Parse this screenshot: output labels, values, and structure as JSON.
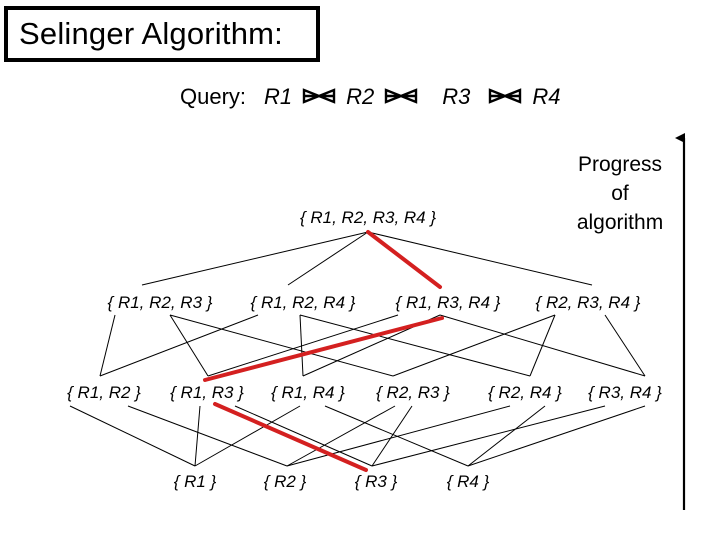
{
  "slide": {
    "title": "Selinger Algorithm:",
    "query_label": "Query:",
    "query_relations": [
      "R1",
      "R2",
      "R3",
      "R4"
    ],
    "join_symbol": "join-bowtie-icon",
    "progress_label": [
      "Progress",
      "of",
      "algorithm"
    ]
  },
  "lattice": {
    "level4": [
      "{ R1, R2, R3, R4 }"
    ],
    "level3": [
      "{ R1, R2, R3 }",
      "{ R1, R2, R4 }",
      "{ R1, R3, R4 }",
      "{ R2, R3, R4 }"
    ],
    "level2": [
      "{ R1, R2 }",
      "{ R1, R3 }",
      "{ R1, R4 }",
      "{ R2, R3 }",
      "{ R2, R4 }",
      "{ R3, R4 }"
    ],
    "level1": [
      "{ R1 }",
      "{ R2 }",
      "{ R3 }",
      "{ R4 }"
    ]
  },
  "colors": {
    "highlight": "#d42020",
    "line": "#000000"
  }
}
